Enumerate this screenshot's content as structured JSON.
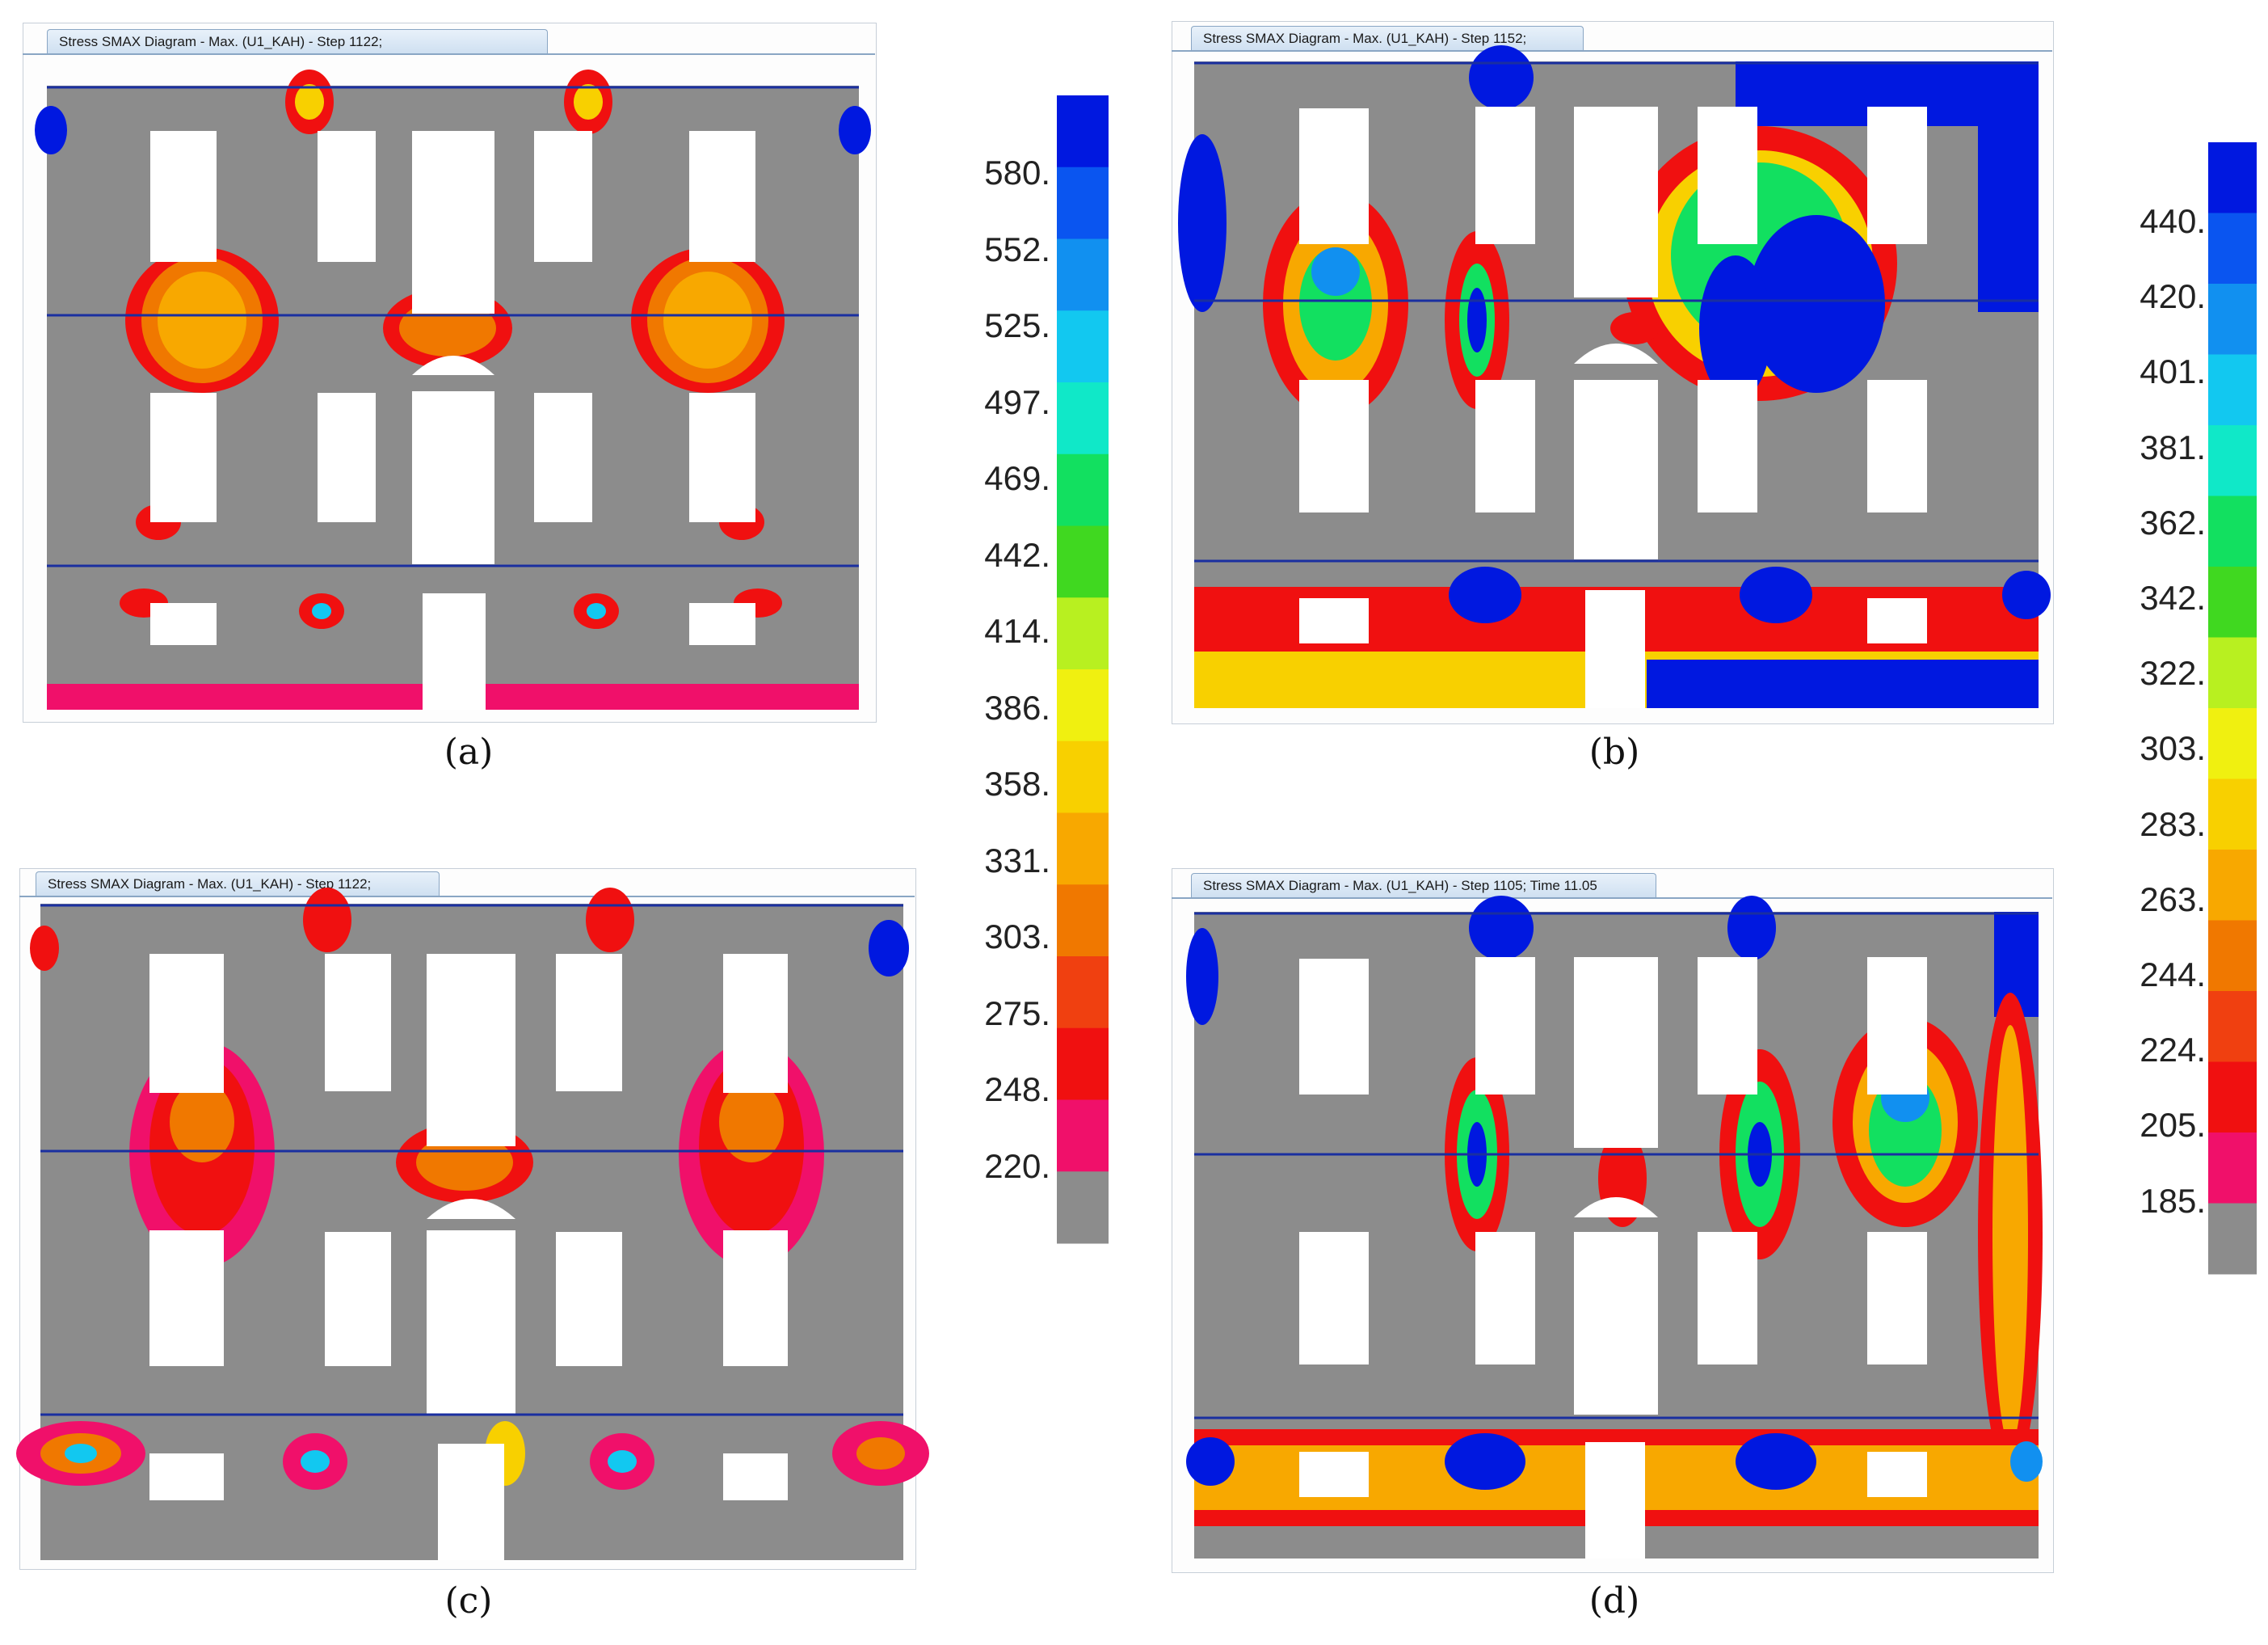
{
  "panels": [
    {
      "id": "a",
      "tab": "Stress SMAX Diagram - Max. (U1_KAH) - Step 1122;",
      "label": "(a)"
    },
    {
      "id": "b",
      "tab": "Stress SMAX Diagram - Max. (U1_KAH) - Step 1152;",
      "label": "(b)"
    },
    {
      "id": "c",
      "tab": "Stress SMAX Diagram - Max. (U1_KAH) - Step 1122;",
      "label": "(c)"
    },
    {
      "id": "d",
      "tab": "Stress SMAX Diagram - Max. (U1_KAH) - Step 1105; Time 11.05",
      "label": "(d)"
    }
  ],
  "scales": {
    "left": [
      "580.",
      "552.",
      "525.",
      "497.",
      "469.",
      "442.",
      "414.",
      "386.",
      "358.",
      "331.",
      "303.",
      "275.",
      "248.",
      "220."
    ],
    "right": [
      "440.",
      "420.",
      "401.",
      "381.",
      "362.",
      "342.",
      "322.",
      "303.",
      "283.",
      "263.",
      "244.",
      "224.",
      "205.",
      "185."
    ]
  },
  "colors": {
    "background_gray": "#8c8c8c",
    "opening": "#ffffff",
    "floor_line": "#1a2fa0",
    "scale_band_colors": [
      "#0018e0",
      "#0a55f0",
      "#1190f0",
      "#12c8f0",
      "#10e8c8",
      "#12e060",
      "#40d820",
      "#b8f020",
      "#f0f010",
      "#f8d000",
      "#f8a800",
      "#f07800",
      "#f04010",
      "#f01010",
      "#f0106a",
      "#8c8c8c"
    ]
  }
}
